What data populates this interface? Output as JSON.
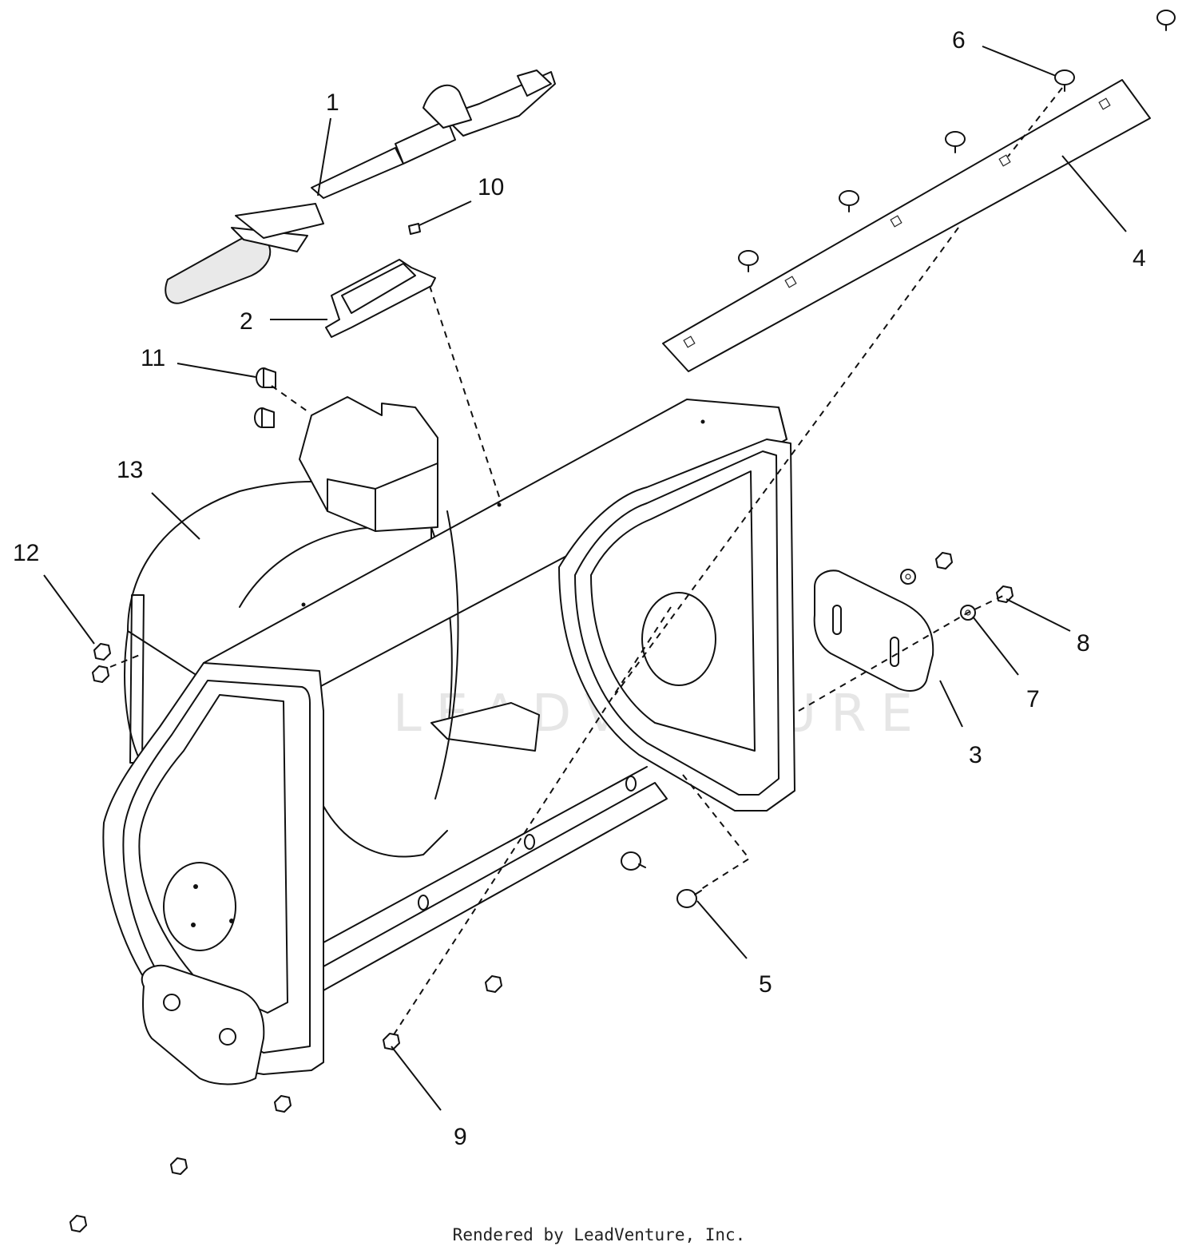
{
  "callouts": [
    "1",
    "2",
    "3",
    "4",
    "5",
    "6",
    "7",
    "8",
    "9",
    "10",
    "11",
    "12",
    "13"
  ],
  "watermark": "LEADVENTURE",
  "footer": "Rendered by LeadVenture, Inc.",
  "icons": [
    "handle-icon",
    "bracket-icon",
    "skid-shoe-icon",
    "scraper-bar-icon",
    "carriage-bolt-icon",
    "housing-icon",
    "nut-icon",
    "washer-icon",
    "bushing-icon"
  ]
}
